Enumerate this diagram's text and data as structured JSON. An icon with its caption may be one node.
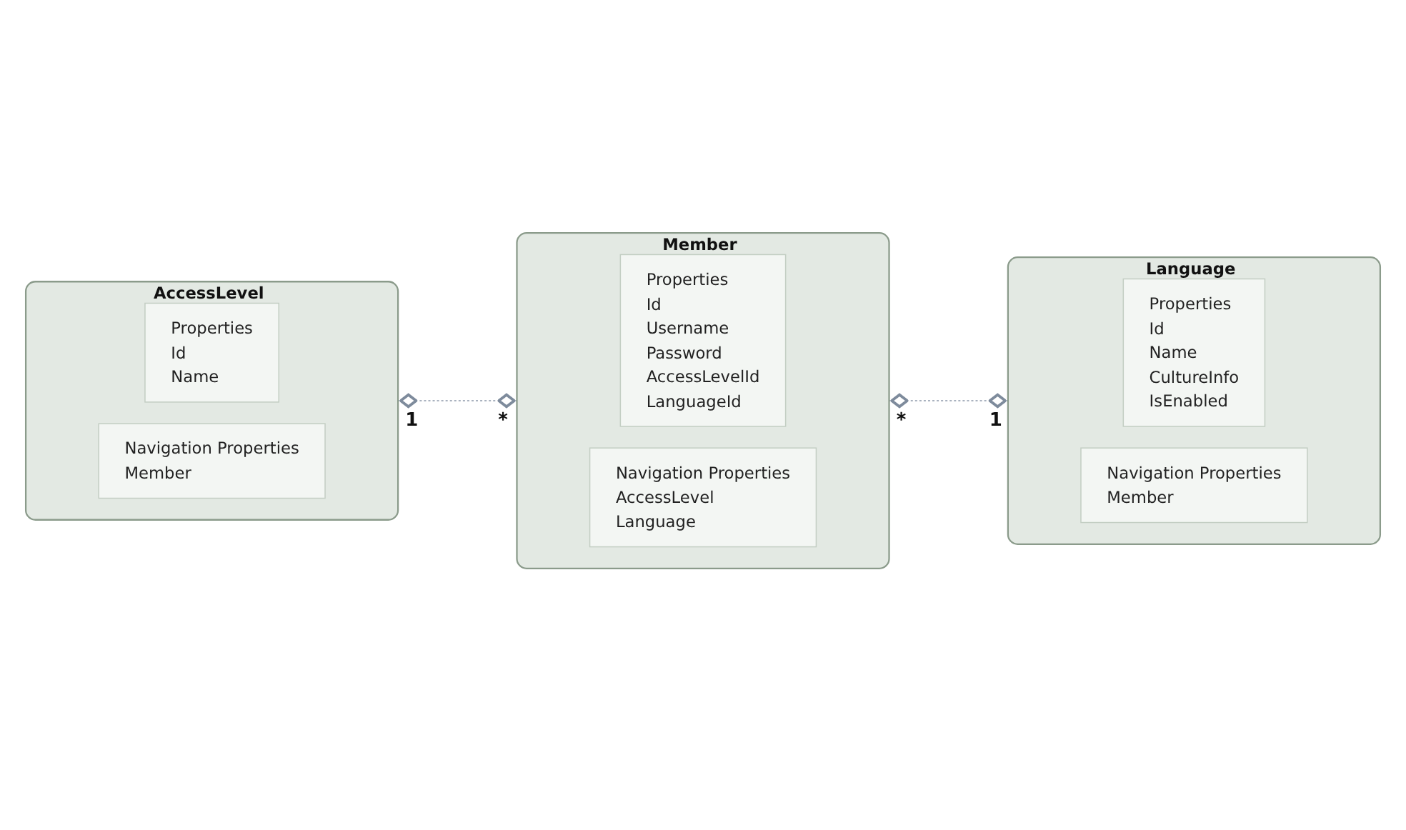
{
  "diagram": {
    "nodes": [
      {
        "text": [
          "AccessLevel"
        ]
      },
      {
        "text": [
          "Properties",
          "Id",
          "Name"
        ],
        "in": 0
      },
      {
        "text": [
          "Navigation Properties",
          "Member"
        ],
        "in": 0
      },
      {
        "text": [
          "Member"
        ]
      },
      {
        "text": [
          "Properties",
          "Id",
          "Username",
          "Password",
          "AccessLevelId",
          "LanguageId"
        ],
        "in": 3
      },
      {
        "text": [
          "Navigation Properties",
          "AccessLevel",
          "Language"
        ],
        "in": 3
      },
      {
        "text": [
          "Language"
        ]
      },
      {
        "text": [
          "Properties",
          "Id",
          "Name",
          "CultureInfo",
          "IsEnabled"
        ],
        "in": 6
      },
      {
        "text": [
          "Navigation Properties",
          "Member"
        ],
        "in": 6
      }
    ],
    "edges": [
      {
        "from": 0,
        "to": 3,
        "arrow": "other",
        "style": "dashed"
      },
      {
        "from": 3,
        "to": 6,
        "arrow": "other",
        "style": "dashed"
      }
    ],
    "labels": [
      "1",
      "*",
      "*",
      "1"
    ]
  }
}
